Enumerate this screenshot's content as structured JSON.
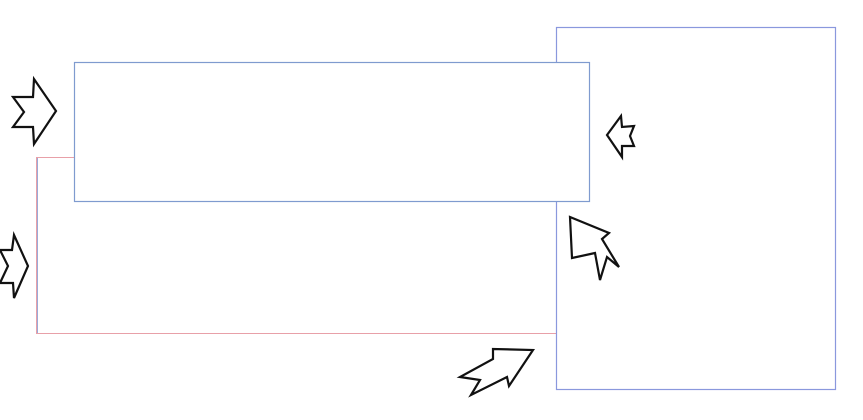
{
  "colors": {
    "background": "#ffffff",
    "box_border_blue": "#7f9bcf",
    "right_box_border": "#8a98dd",
    "back_box_border": "#e8a0a8",
    "arrow_stroke": "#111111",
    "arrow_fill": "#ffffff"
  },
  "shapes": {
    "boxes": [
      "back-box",
      "front-box",
      "right-box"
    ],
    "arrows": [
      "arrow-right-top",
      "arrow-right-left-edge",
      "arrow-left-small",
      "arrow-cursor",
      "arrow-diagonal-bottom"
    ]
  }
}
